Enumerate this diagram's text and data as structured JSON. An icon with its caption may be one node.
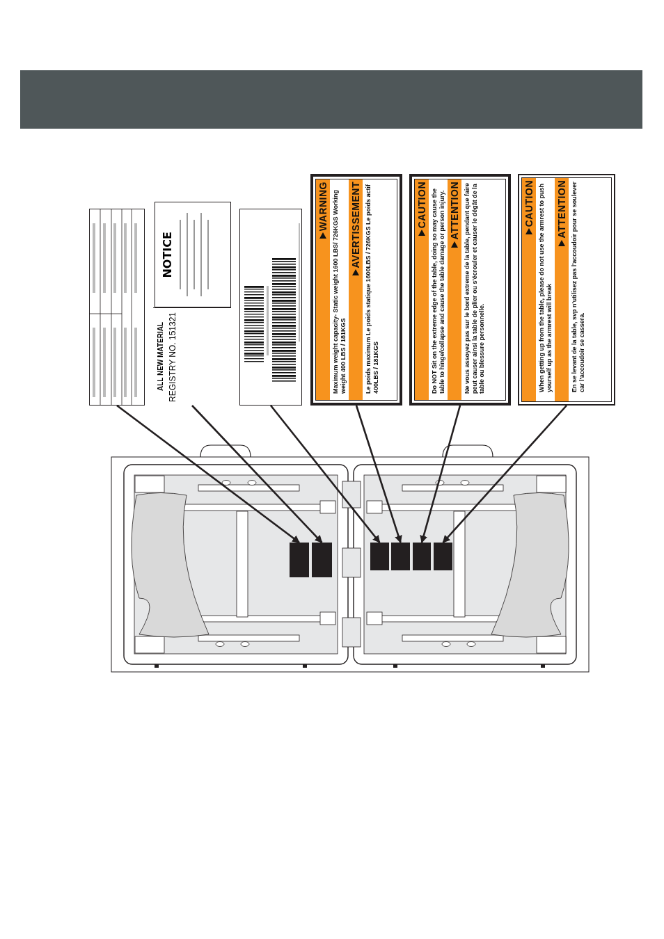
{
  "diagram": {
    "nodes": [
      {
        "text": [],
        "shape": "picture"
      },
      {
        "text": [
          "NOTICE",
          "ALL NEW MATERIAL",
          "REGISTRY NO. 151321"
        ]
      },
      {
        "text": [],
        "shape": "picture"
      },
      {
        "text": [
          "WARNING",
          "Maximum weight capacity- Static weight 1600 LBS/ 726KGS Working weight 400 LBS / 181KGS",
          "AVERTISSEMENT",
          "Le poids maximum Le poids statique 1600LBS / 726KGS Le poids actif 400LBS / 181KGS"
        ]
      },
      {
        "text": [
          "CAUTION",
          "Do NOT Sit on the extreme edge of the table, doing so may cause the table to hinge/collapse and cause the table damage or person injury.",
          "ATTENTION",
          "Ne vous assoyez pas sur le bord extreme de la table, pendant que faire peut causer ainsi la table de plier ou s'écrouler et causer le dégât de la table ou blessure personnelle."
        ]
      },
      {
        "text": [
          "CAUTION",
          "When getting up from the table, please do not use the armrest to push yourself up as the armrest will break",
          "ATTENTION",
          "En se levant de la table, svp n'utilisez pas l'accoudoir pour se soulever car l'accoudoir se cassera."
        ]
      },
      {
        "text": [],
        "shape": "box"
      },
      {
        "text": [],
        "shape": "box"
      },
      {
        "text": [],
        "shape": "box"
      },
      {
        "text": [],
        "shape": "box"
      },
      {
        "text": [],
        "shape": "box"
      },
      {
        "text": [],
        "shape": "box"
      }
    ],
    "edges": [
      {
        "from": 0,
        "to": 6,
        "arrow": "to"
      },
      {
        "from": 1,
        "to": 7,
        "arrow": "to"
      },
      {
        "from": 2,
        "to": 8,
        "arrow": "to"
      },
      {
        "from": 3,
        "to": 9,
        "arrow": "to"
      },
      {
        "from": 4,
        "to": 10,
        "arrow": "to"
      },
      {
        "from": 5,
        "to": 11,
        "arrow": "to"
      }
    ]
  }
}
